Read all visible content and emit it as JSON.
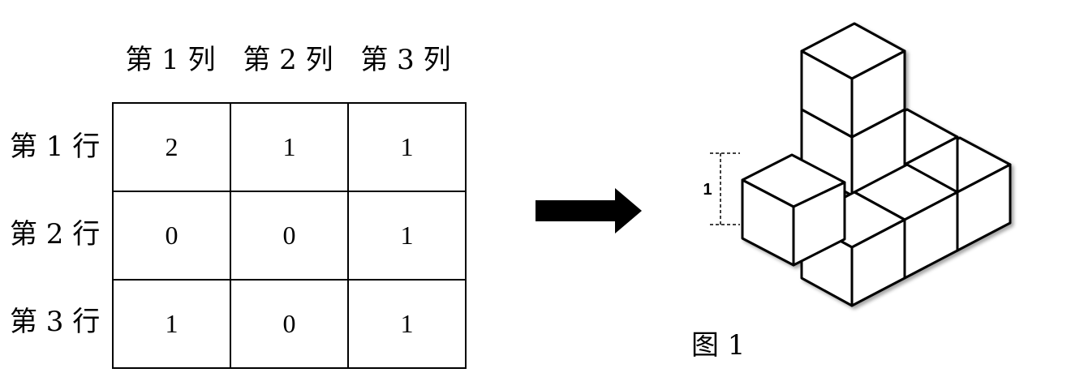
{
  "table": {
    "columns": [
      "第 1 列",
      "第 2 列",
      "第 3 列"
    ],
    "rows": [
      {
        "label": "第 1 行",
        "cells": [
          "2",
          "1",
          "1"
        ]
      },
      {
        "label": "第 2 行",
        "cells": [
          "0",
          "0",
          "1"
        ]
      },
      {
        "label": "第 3 行",
        "cells": [
          "1",
          "0",
          "1"
        ]
      }
    ]
  },
  "figure": {
    "dimension_label": "1",
    "caption": "图 1"
  }
}
